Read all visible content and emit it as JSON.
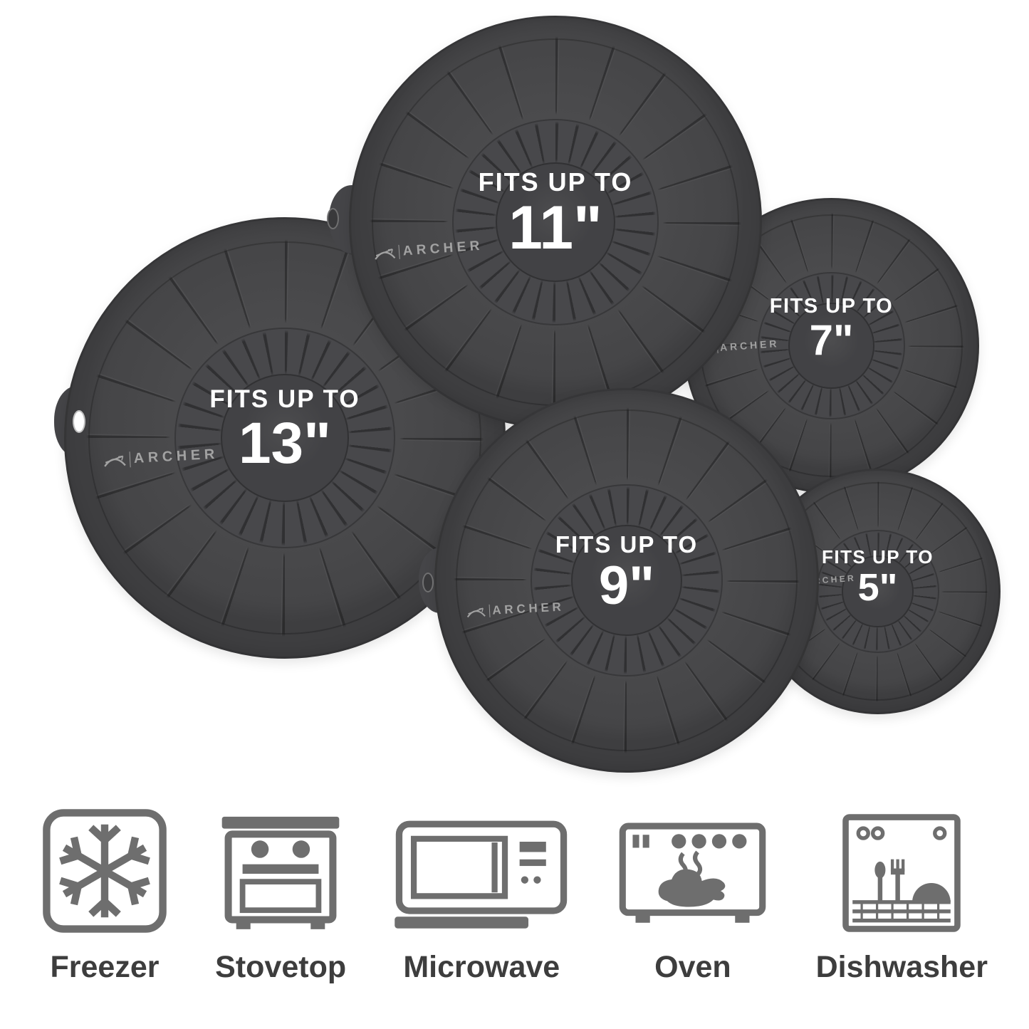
{
  "product": {
    "brand": "Archer",
    "lids": [
      {
        "name": "13-inch-lid",
        "fits_label": "FITS UP TO",
        "size": "13\""
      },
      {
        "name": "11-inch-lid",
        "fits_label": "FITS UP TO",
        "size": "11\""
      },
      {
        "name": "9-inch-lid",
        "fits_label": "FITS UP TO",
        "size": "9\""
      },
      {
        "name": "7-inch-lid",
        "fits_label": "FITS UP TO",
        "size": "7\""
      },
      {
        "name": "5-inch-lid",
        "fits_label": "FITS UP TO",
        "size": "5\""
      }
    ]
  },
  "features": [
    {
      "icon": "freezer-icon",
      "label": "Freezer"
    },
    {
      "icon": "stovetop-icon",
      "label": "Stovetop"
    },
    {
      "icon": "microwave-icon",
      "label": "Microwave"
    },
    {
      "icon": "oven-icon",
      "label": "Oven"
    },
    {
      "icon": "dishwasher-icon",
      "label": "Dishwasher"
    }
  ],
  "colors": {
    "background": "#ffffff",
    "lid_silicone": "#4a4a4c",
    "lid_hub": "#48484b",
    "lid_text": "#ffffff",
    "logo_text": "#a2a2a2",
    "feature_icon": "#6e6e6e",
    "feature_label": "#3d3d3d"
  }
}
